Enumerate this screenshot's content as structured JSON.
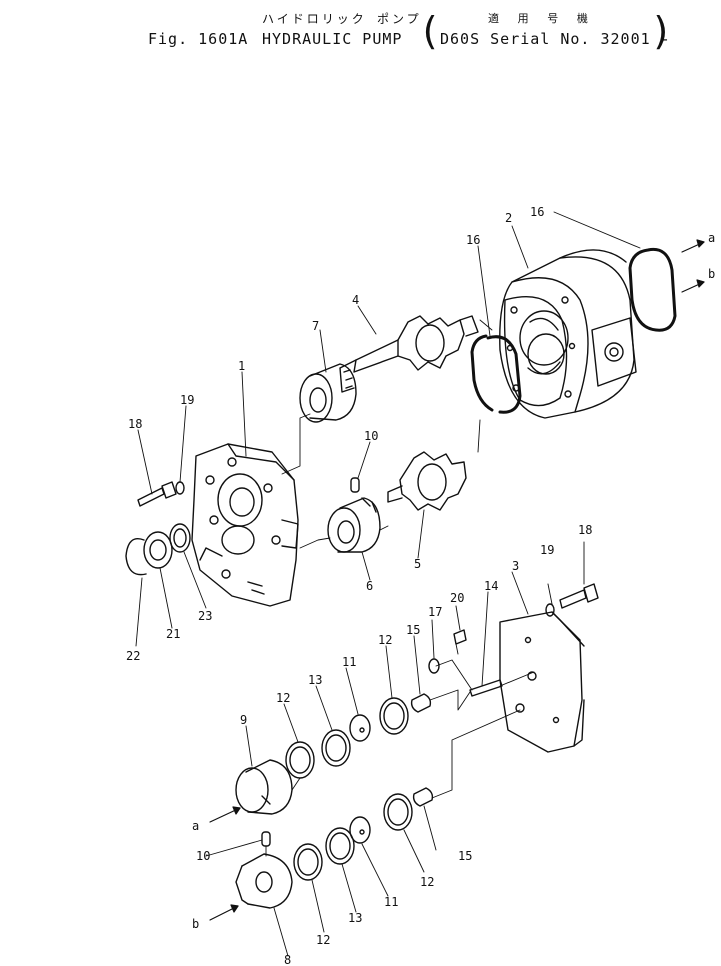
{
  "header": {
    "jp_title": "ハイドロリック ポンプ",
    "fig_id": "Fig. 1601A",
    "fig_name": "HYDRAULIC PUMP",
    "jp_applicability": "適 用 号 機",
    "applicability": "D60S Serial No. 32001 -",
    "paren_open": "(",
    "paren_close": ")"
  },
  "callouts": {
    "c1": "1",
    "c2": "2",
    "c3": "3",
    "c4": "4",
    "c5": "5",
    "c6": "6",
    "c7": "7",
    "c8": "8",
    "c9": "9",
    "c10a": "10",
    "c10b": "10",
    "c11a": "11",
    "c11b": "11",
    "c12a": "12",
    "c12b": "12",
    "c12c": "12",
    "c12d": "12",
    "c13a": "13",
    "c13b": "13",
    "c14": "14",
    "c15a": "15",
    "c15b": "15",
    "c16a": "16",
    "c16b": "16",
    "c17": "17",
    "c18a": "18",
    "c18b": "18",
    "c19a": "19",
    "c19b": "19",
    "c20": "20",
    "c21": "21",
    "c22": "22",
    "c23": "23",
    "ref_a1": "a",
    "ref_b1": "b",
    "ref_a2": "a",
    "ref_b2": "b"
  }
}
